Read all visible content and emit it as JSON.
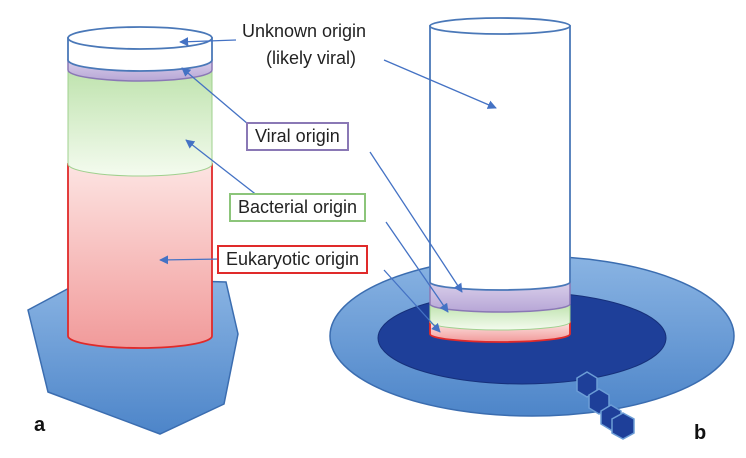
{
  "labels": {
    "unknown_line1": "Unknown origin",
    "unknown_line2": "(likely viral)",
    "viral": "Viral origin",
    "bacterial": "Bacterial origin",
    "eukaryotic": "Eukaryotic origin"
  },
  "panels": {
    "left": "a",
    "right": "b"
  },
  "colors": {
    "viral": "#a48fc6",
    "bacterial": "#8cc57a",
    "eukaryotic": "#e02a2a",
    "cylinder_outline": "#4a78b8",
    "base_light": "#6c9dd6",
    "base_dark": "#1e3f99",
    "arrow": "#4472c4"
  }
}
